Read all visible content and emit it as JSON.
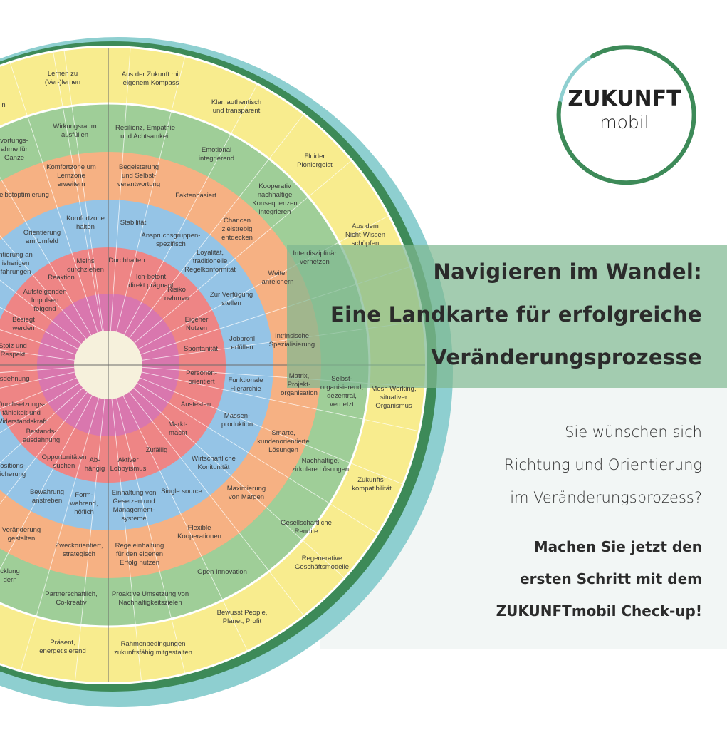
{
  "colors": {
    "yellow": "#f8ec8e",
    "green": "#9fce98",
    "orange": "#f6b183",
    "blue": "#95c4e6",
    "red": "#ee8585",
    "pink": "#d977ae",
    "cream": "#f6f1dc",
    "outer_dark_green": "#3d8a58",
    "outer_teal": "#8ecfd0",
    "banner": "#80b892",
    "panel": "#f2f6f5"
  },
  "logo": {
    "main": "ZUKUNFT",
    "sub": "mobil"
  },
  "banner": {
    "lines": [
      "Navigieren im Wandel:",
      "Eine Landkarte für erfolgreiche",
      "Veränderungsprozesse"
    ]
  },
  "subtitle": {
    "lines": [
      "Sie wünschen sich",
      "Richtung und Orientierung",
      "im Veränderungsprozess?"
    ]
  },
  "cta": {
    "lines": [
      "Machen Sie jetzt den",
      "ersten Schritt mit dem",
      "ZUKUNFTmobil Check-up!"
    ]
  },
  "wheel": {
    "labels": [
      "Lernen zu\n(Ver-)lernen",
      "Aus der Zukunft mit\neigenem Kompass",
      "Klar, authentisch\nund transparent",
      "Fluider\nPioniergeist",
      "Aus dem\nNicht-Wissen\nschöpfen",
      "Mesh Working,\nsituativer\nOrganismus",
      "Zukunfts-\nkompatibilität",
      "Regenerative\nGeschäftsmodelle",
      "Bewusst People,\nPlanet, Profit",
      "Rahmenbedingungen\nzukunftsfähig mitgestalten",
      "Präsent,\nenergetisierend",
      "n",
      "Wirkungsraum\nausfüllen",
      "Resilienz, Empathie\nund Achtsamkeit",
      "Emotional\nintegrierend",
      "Kooperativ\nnachhaltige\nKonsequenzen\nintegrieren",
      "Interdisziplinär\nvernetzen",
      "Selbst-\norganisierend,\ndezentral,\nvernetzt",
      "Nachhaltige,\nzirkulare Lösungen",
      "Gesellschaftliche\nRendite",
      "Open Innovation",
      "Proaktive Umsetzung von\nNachhaltigkeitszielen",
      "Partnerschaftlich,\nCo-kreativ",
      "cklung\ndern",
      "vortungs-\nahme für\nGanze",
      "Komfortzone um\nLernzone\nerweitern",
      "Begeisterung\nund Selbst-\nverantwortung",
      "Faktenbasiert",
      "Chancen\nzielstrebig\nentdecken",
      "Weiter\nanreichern",
      "Intrinsische\nSpezialisierung",
      "elbstoptimierung",
      "Matrix,\nProjekt-\norganisation",
      "Smarte,\nkundenorientierte\nLösungen",
      "Maximierung\nvon Margen",
      "Flexible\nKooperationen",
      "Regeleinhaltung\nfür den eigenen\nErfolg nutzen",
      "Zweckorientiert,\nstrategisch",
      "Veränderung\ngestalten",
      "Komfortzone\nhalten",
      "Orientierung\nam Umfeld",
      "ntierung an\nisherigen\nfahrungen",
      "Stabilität",
      "Anspruchsgruppen-\nspezifisch",
      "Loyalität,\ntraditionelle\nRegelkonformität",
      "Zur Verfügung\nstellen",
      "Jobprofil\nerfüllen",
      "Funktionale\nHierarchie",
      "Massen-\nproduktion",
      "Wirtschaftliche\nKonitunität",
      "Single source",
      "Einhaltung von\nGesetzen und\nManagement-\nsysteme",
      "Form-\nwahrend,\nhöflich",
      "Bewahrung\nanstreben",
      "ositions-\nicherung",
      "Meins\ndurchziehen",
      "Reaktion",
      "Aufsteigenden\nImpulsen\nfolgend",
      "Besiegt\nwerden",
      "Stolz und\nRespekt",
      "usdehnung",
      "Durchsetzungs-\nfähigkeit und\nWiderstandskraft",
      "Bestands-\nausdehnung",
      "Opportunitäten\nsuchen",
      "Ab-\nhängig",
      "Aktiver\nLobbyismus",
      "Zufällig",
      "Markt-\nmacht",
      "Austesten",
      "Personen-\norientiert",
      "Spontanität",
      "Eigener\nNutzen",
      "Risiko\nnehmen",
      "Ich-betont\ndirekt prägnant",
      "Durchhalten"
    ]
  }
}
